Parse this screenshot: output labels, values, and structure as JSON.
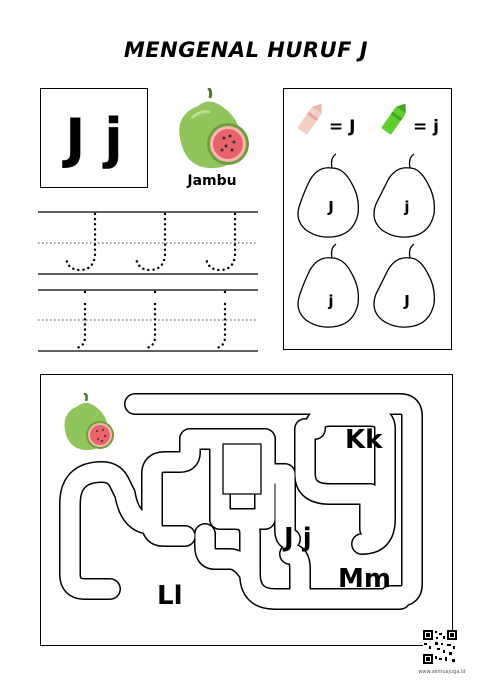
{
  "title": "MENGENAL HURUF J",
  "letter_box": {
    "text": "J j"
  },
  "fruit": {
    "label": "Jambu"
  },
  "legend": [
    {
      "text": "= J",
      "crayon_color": "#f5cfc4"
    },
    {
      "text": "= j",
      "crayon_color": "#5fcf2e"
    }
  ],
  "pears": [
    "J",
    "j",
    "j",
    "J"
  ],
  "maze": {
    "labels": {
      "kk": "Kk",
      "jj": "J j",
      "mm": "Mm",
      "ll": "Ll"
    }
  },
  "footer": {
    "text": "www.semuajuga.id"
  },
  "colors": {
    "guava_green": "#8fc55b",
    "guava_flesh": "#e8636b"
  }
}
